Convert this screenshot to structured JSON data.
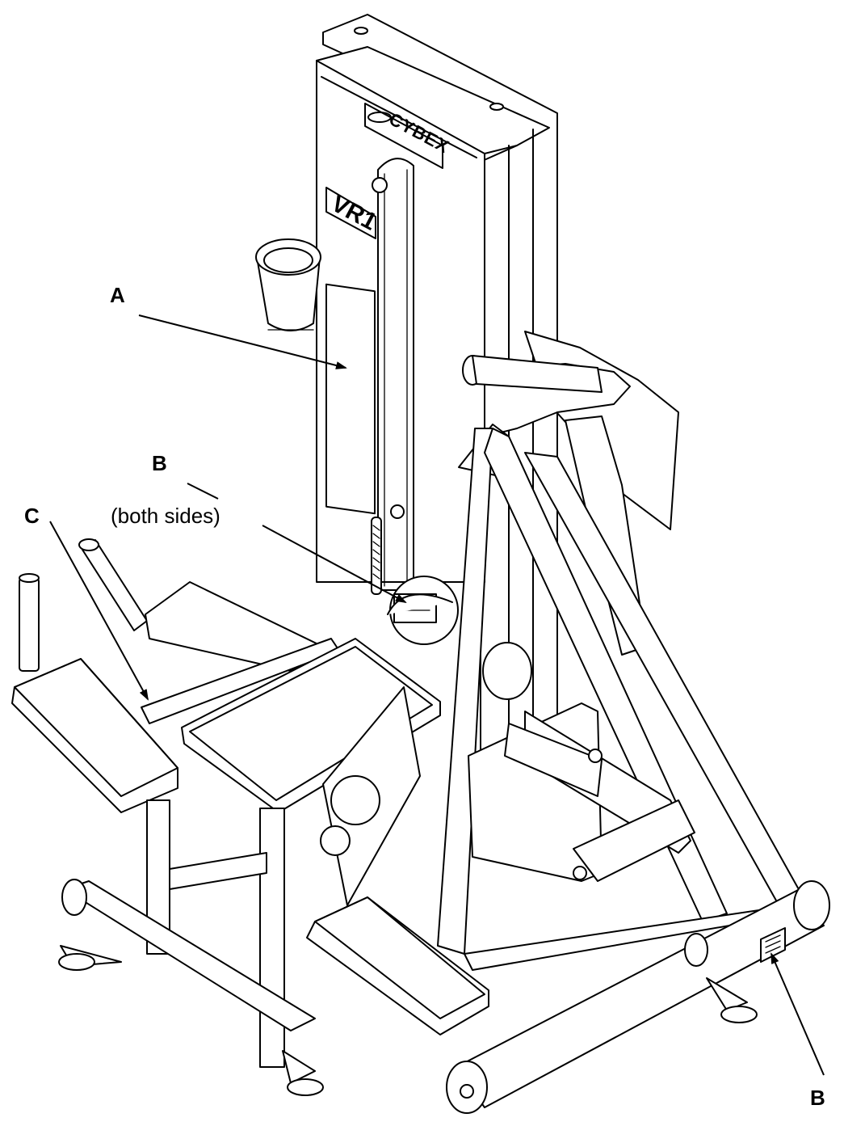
{
  "brand": {
    "logo_text": "CYBEX",
    "model_text": "VR1"
  },
  "callouts": {
    "a": {
      "label": "A"
    },
    "b_upper": {
      "label": "B",
      "note": "(both sides)"
    },
    "c": {
      "label": "C"
    },
    "b_lower": {
      "label": "B"
    }
  }
}
